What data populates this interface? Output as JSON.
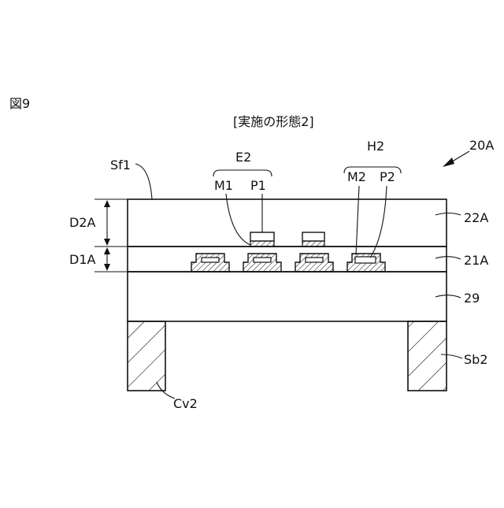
{
  "figure_number": "図9",
  "caption": "[実施の形態2]",
  "labels": {
    "device": "20A",
    "surface": "Sf1",
    "group_e": "E2",
    "group_h": "H2",
    "m1": "M1",
    "p1": "P1",
    "m2": "M2",
    "p2": "P2",
    "d2a": "D2A",
    "d1a": "D1A",
    "layer_top": "22A",
    "layer_mid": "21A",
    "layer_base": "29",
    "support_left": "Cv2",
    "support_right": "Sb2"
  }
}
